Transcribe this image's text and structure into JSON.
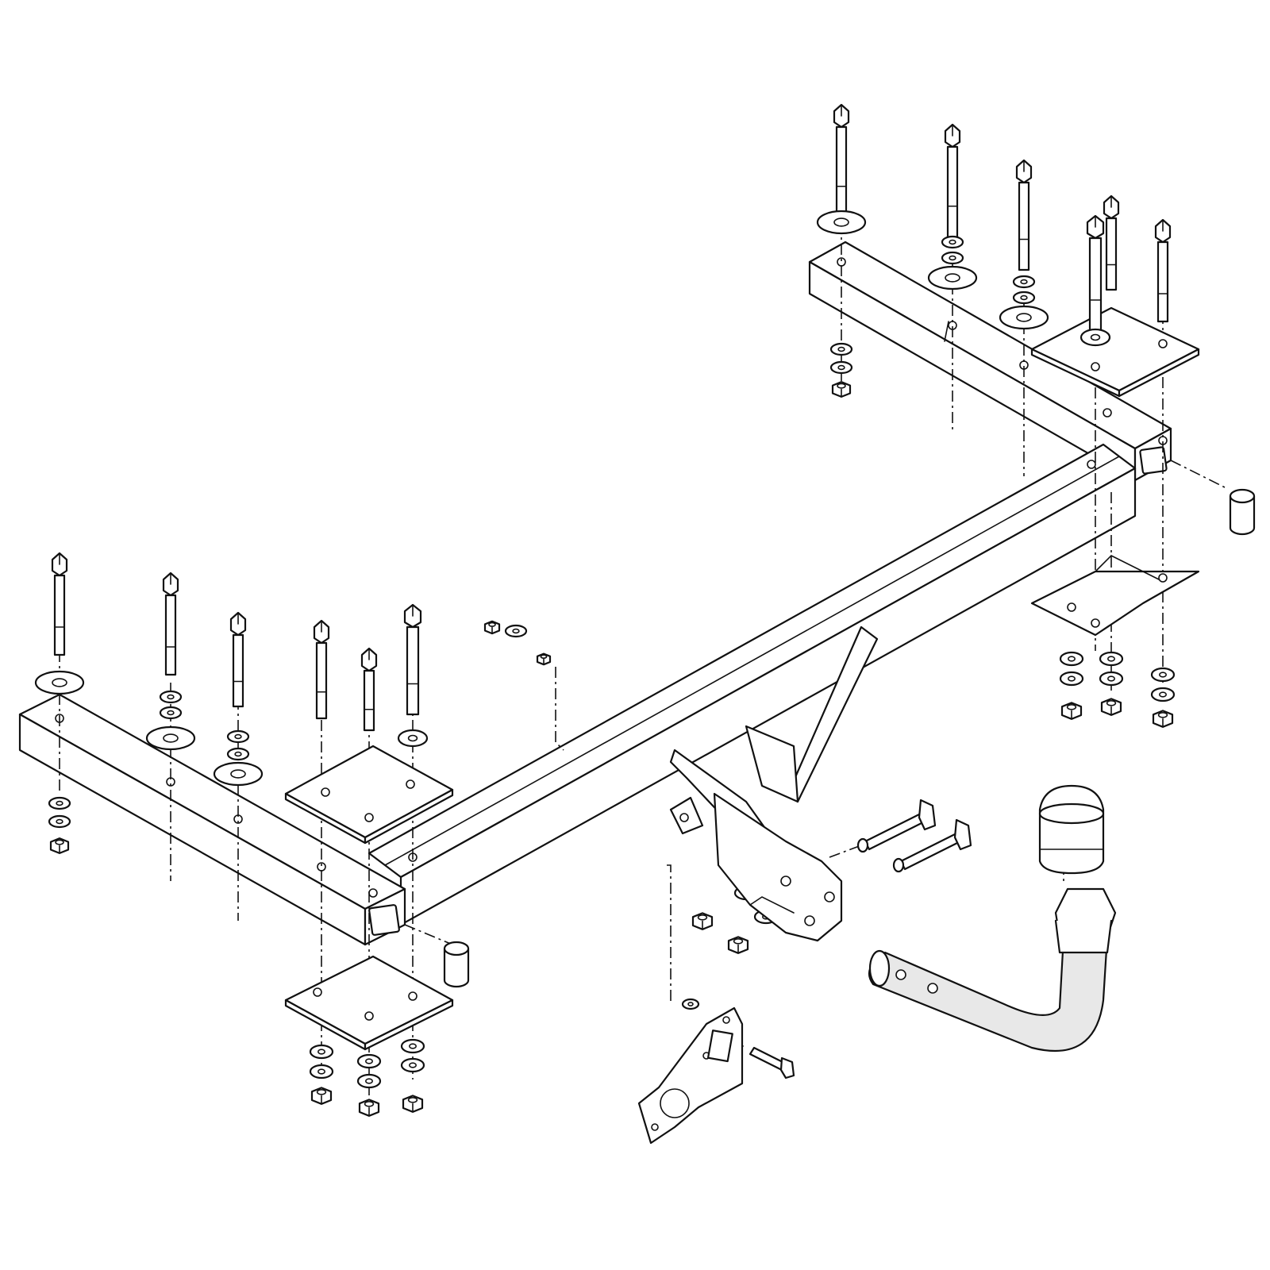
{
  "diagram": {
    "type": "exploded-assembly-line-drawing",
    "subject": "tow-bar-kit",
    "colors": {
      "line": "#111111",
      "background": "#ffffff",
      "shade": "#e8e8e8"
    },
    "parts": [
      "main-crossbar",
      "left-mounting-bracket",
      "right-mounting-bracket",
      "hex-bolts",
      "washers",
      "hex-nuts",
      "clamp-plates",
      "end-caps",
      "tow-hook-mount-plate",
      "tow-ball-neck",
      "tow-ball-cover",
      "electrical-socket-plate"
    ]
  }
}
